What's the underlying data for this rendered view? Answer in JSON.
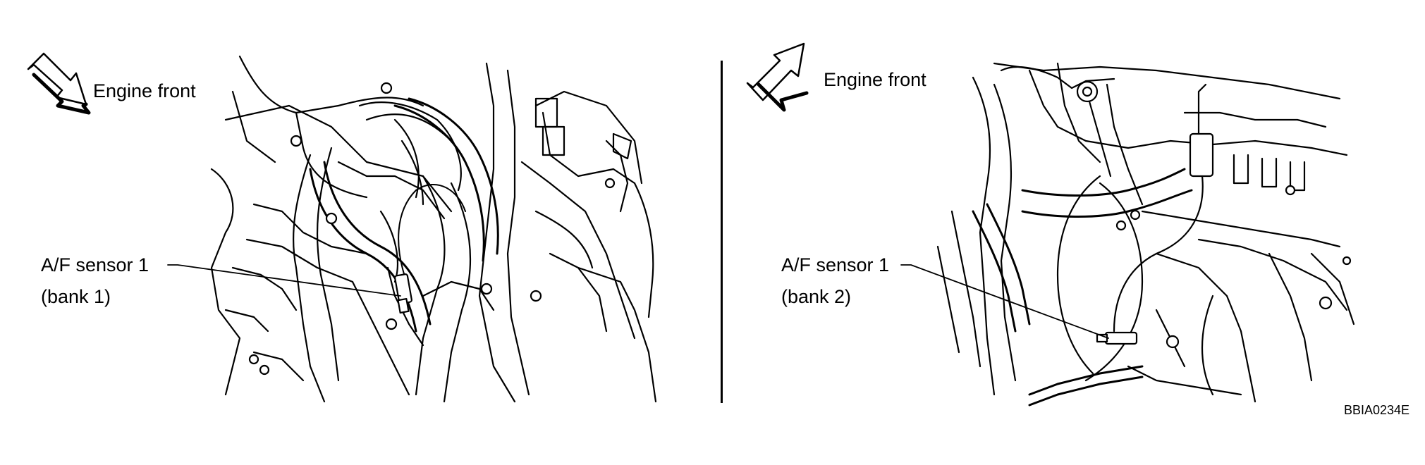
{
  "figure_code": "BBIA0234E",
  "left": {
    "direction_label": "Engine front",
    "sensor_label_line1": "A/F sensor 1",
    "sensor_label_line2": "(bank 1)",
    "arrow_icon": "arrow-down-right-icon"
  },
  "right": {
    "direction_label": "Engine front",
    "sensor_label_line1": "A/F sensor 1",
    "sensor_label_line2": "(bank 2)",
    "arrow_icon": "arrow-up-right-icon"
  },
  "colors": {
    "ink": "#000000",
    "paper": "#ffffff"
  }
}
